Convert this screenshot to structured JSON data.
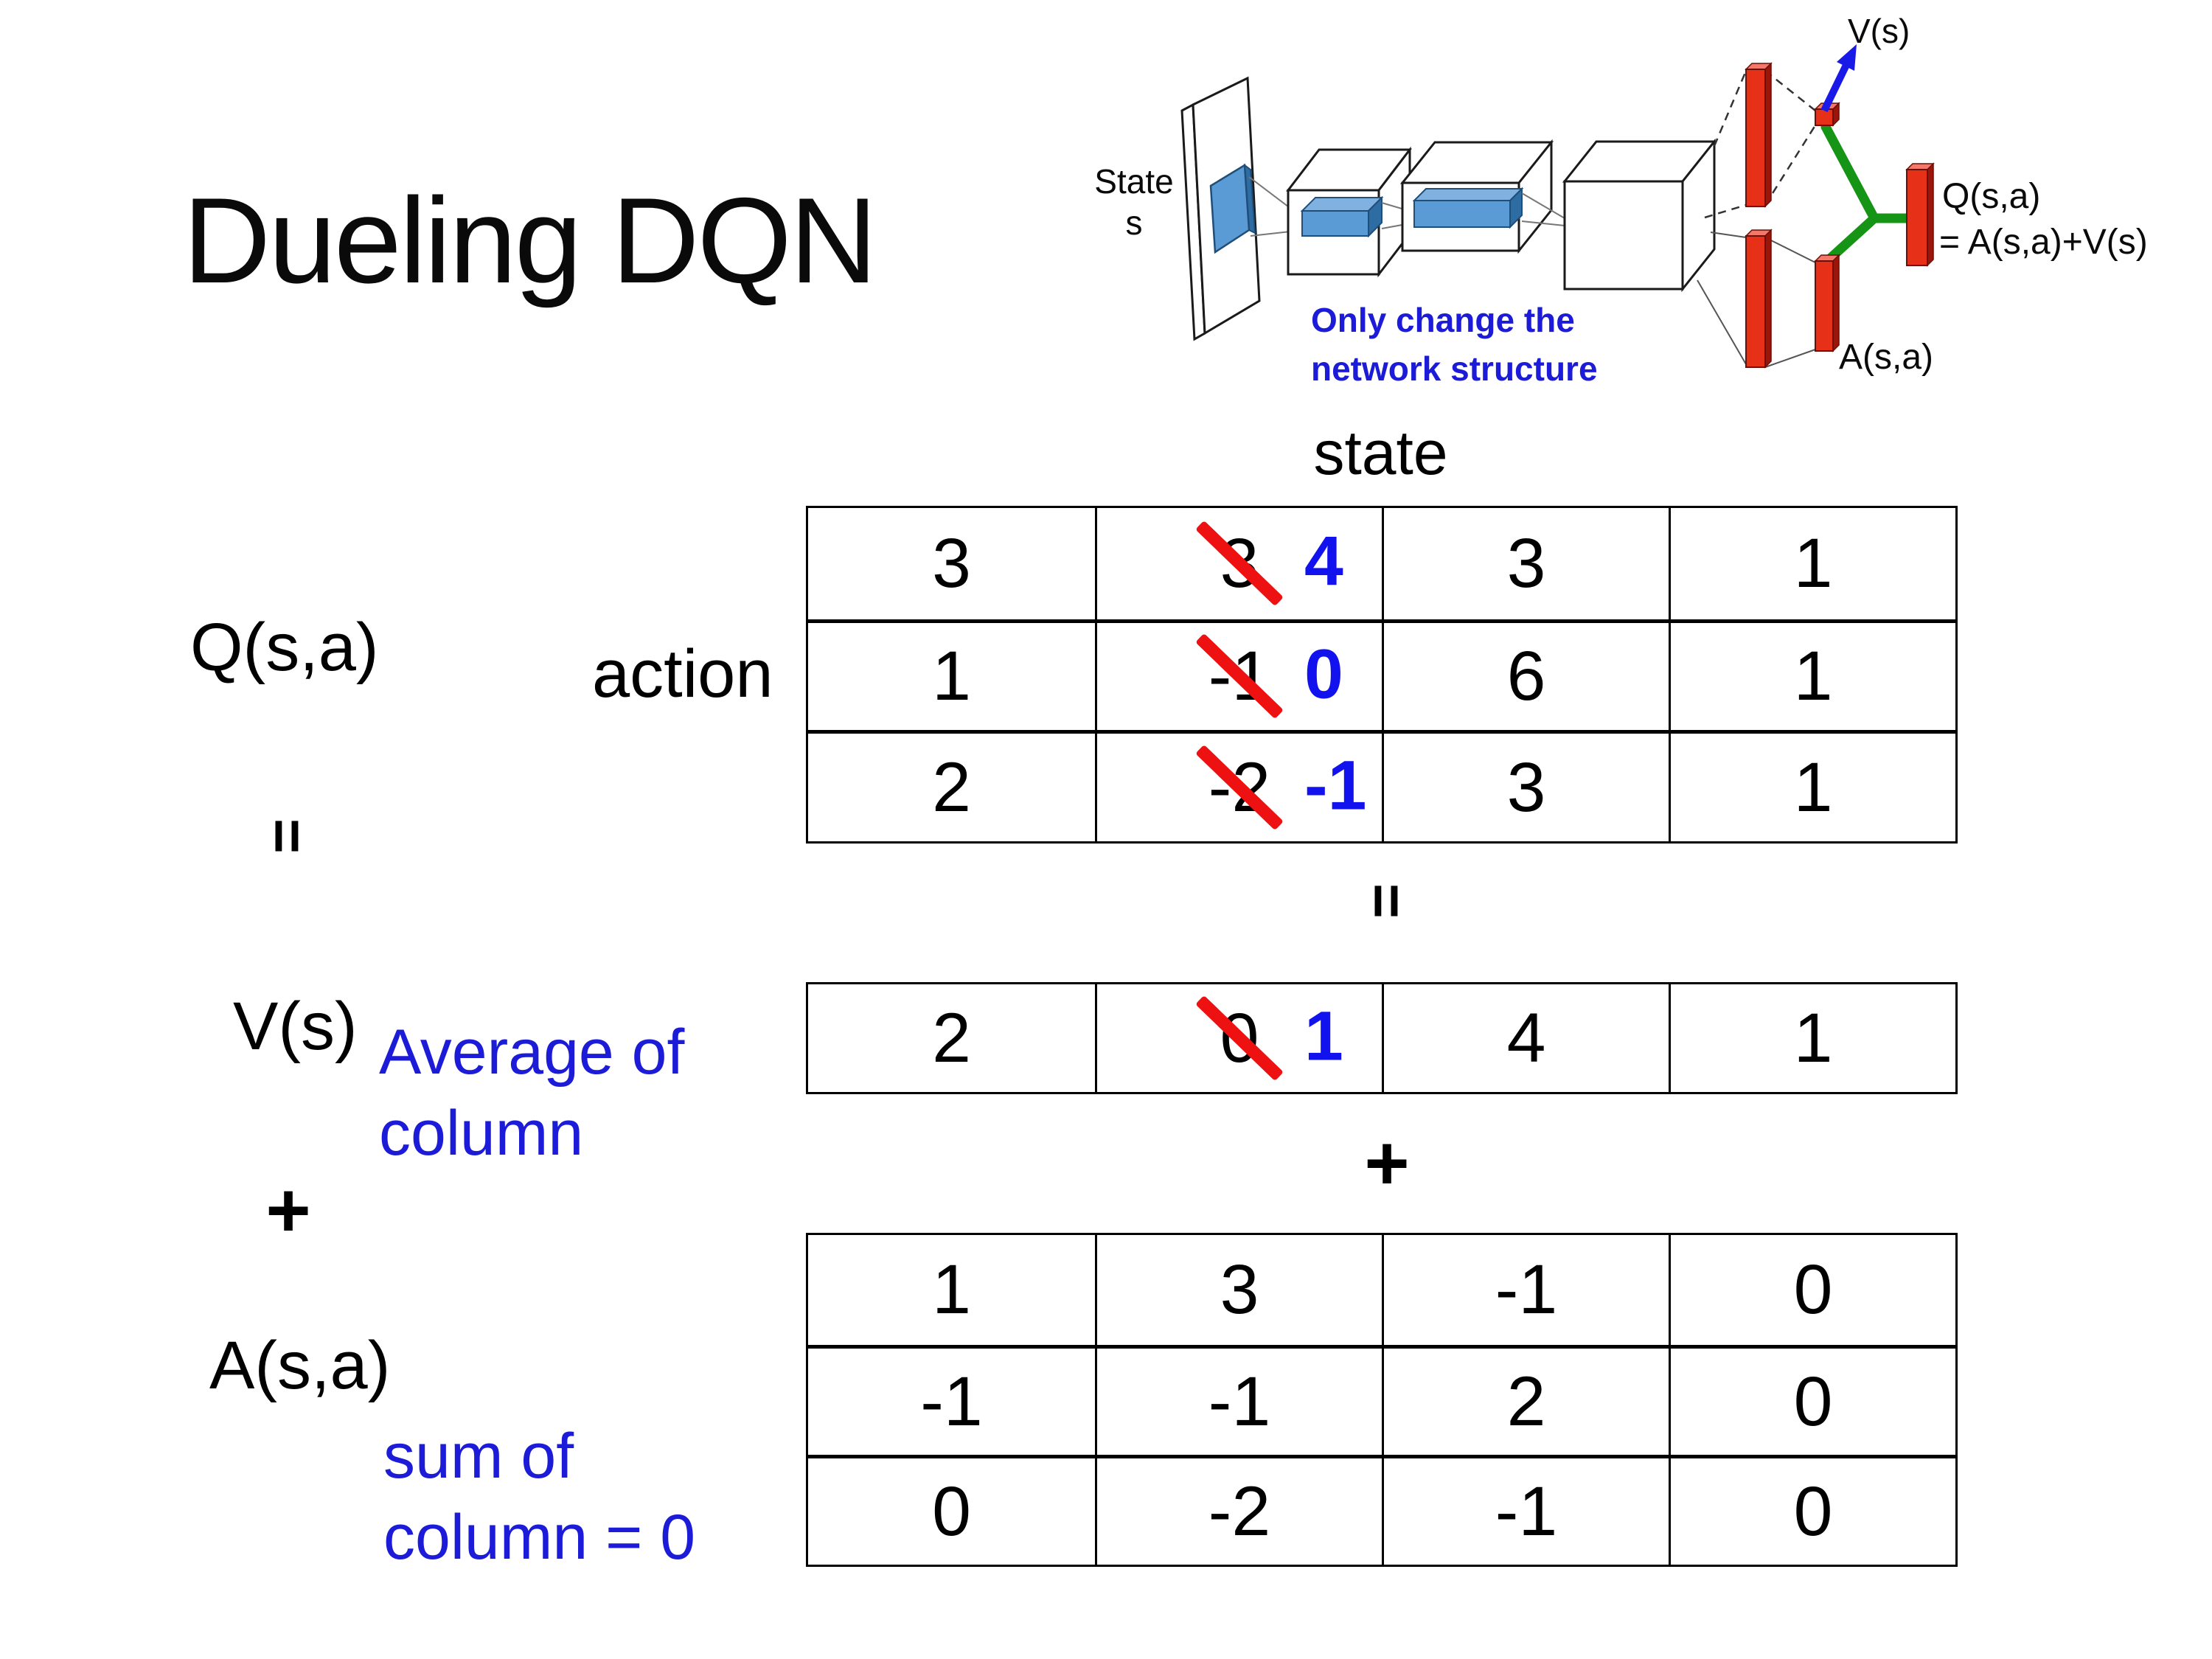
{
  "slide": {
    "title": "Dueling DQN",
    "state_label": "state",
    "action_label": "action",
    "q_label": "Q(s,a)",
    "v_label": "V(s)",
    "a_label": "A(s,a)",
    "equals_symbol": "=",
    "plus_symbol": "+",
    "avg_note_line1": "Average of",
    "avg_note_line2": "column",
    "sum_note_line1": "sum of",
    "sum_note_line2": "column = 0"
  },
  "diagram": {
    "state_line1": "State",
    "state_line2": "s",
    "note_line1": "Only change the",
    "note_line2": "network structure",
    "v_out": "V(s)",
    "q_out_line1": "Q(s,a)",
    "q_out_line2": "= A(s,a)+V(s)",
    "a_out": "A(s,a)"
  },
  "q_table": {
    "rows": [
      [
        "3",
        {
          "old": "3",
          "new": "4"
        },
        "3",
        "1"
      ],
      [
        "1",
        {
          "old": "-1",
          "new": "0"
        },
        "6",
        "1"
      ],
      [
        "2",
        {
          "old": "-2",
          "new": "-1"
        },
        "3",
        "1"
      ]
    ]
  },
  "v_table": {
    "rows": [
      [
        "2",
        {
          "old": "0",
          "new": "1"
        },
        "4",
        "1"
      ]
    ]
  },
  "a_table": {
    "rows": [
      [
        "1",
        "3",
        "-1",
        "0"
      ],
      [
        "-1",
        "-1",
        "2",
        "0"
      ],
      [
        "0",
        "-2",
        "-1",
        "0"
      ]
    ]
  },
  "colors": {
    "annotation_blue": "#1b1bd8",
    "value_blue": "#1212ef",
    "strike_red": "#ee1111",
    "bar_red": "#e63018",
    "conv_blue": "#5b9bd5",
    "link_green": "#169416"
  }
}
